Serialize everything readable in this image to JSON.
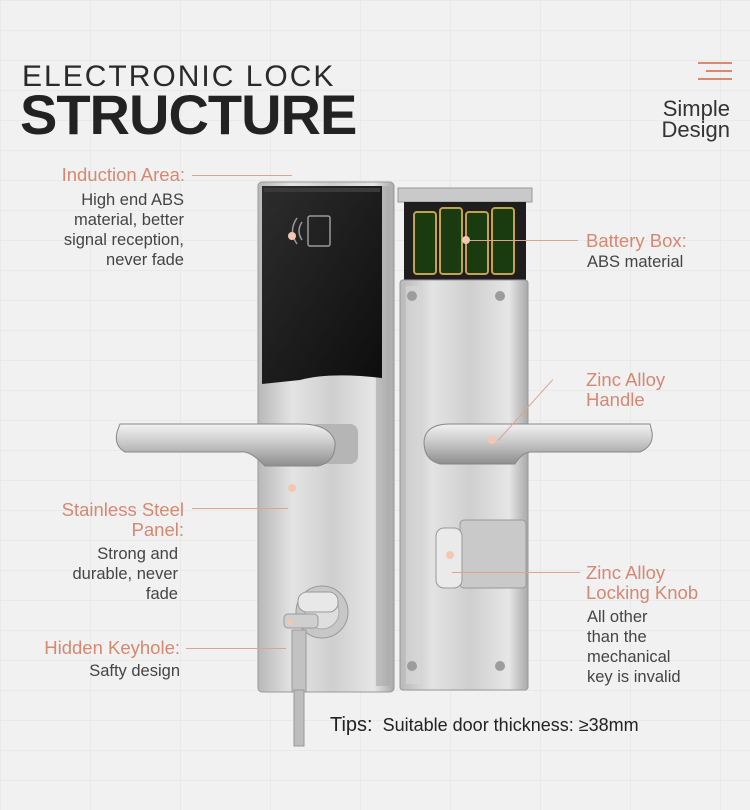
{
  "header": {
    "title_line1": "ELECTRONIC LOCK",
    "title_line2": "STRUCTURE",
    "side_line1": "Simple",
    "side_line2": "Design"
  },
  "callouts": {
    "induction": {
      "label": "Induction Area:",
      "desc": [
        "High end ABS",
        "material, better",
        "signal reception,",
        "never fade"
      ]
    },
    "battery": {
      "label": "Battery Box:",
      "desc": [
        "ABS material"
      ]
    },
    "handle": {
      "label": [
        "Zinc Alloy",
        "Handle"
      ]
    },
    "panel": {
      "label": [
        "Stainless Steel",
        "Panel:"
      ],
      "desc": [
        "Strong and",
        "durable, never",
        "fade"
      ]
    },
    "knob": {
      "label": [
        "Zinc Alloy",
        "Locking Knob"
      ],
      "desc": [
        "All other",
        "than the",
        "mechanical",
        "key is invalid"
      ]
    },
    "keyhole": {
      "label": "Hidden Keyhole:",
      "desc": [
        "Safty design"
      ]
    }
  },
  "tips": {
    "label": "Tips:",
    "text": "Suitable door thickness: ≥38mm"
  },
  "colors": {
    "accent": "#d78870",
    "text": "#444444",
    "title": "#222222"
  },
  "icons": [
    "menu-icon",
    "nfc-icon"
  ]
}
